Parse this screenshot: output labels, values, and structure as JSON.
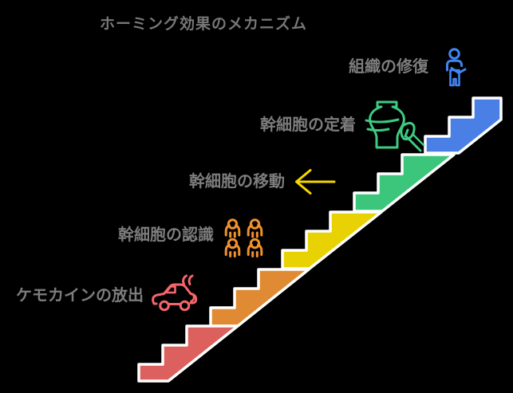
{
  "title": "ホーミング効果のメカニズム",
  "colors": {
    "background": "#000000",
    "title_text": "#777777",
    "label_text": "#7d7d7d",
    "stair_outline": "#ffffff"
  },
  "steps": [
    {
      "label": "組織の修復",
      "color": "#4a80e6",
      "icon": "person-icon",
      "icon_color": "#4285f4"
    },
    {
      "label": "幹細胞の定着",
      "color": "#3cc67c",
      "icon": "vase-brush-icon",
      "icon_color": "#3ecb81"
    },
    {
      "label": "幹細胞の移動",
      "color": "#e8d204",
      "icon": "arrow-left-icon",
      "icon_color": "#f6d500"
    },
    {
      "label": "幹細胞の認識",
      "color": "#e08b33",
      "icon": "people-group-icon",
      "icon_color": "#f0912d"
    },
    {
      "label": "ケモカインの放出",
      "color": "#dc615e",
      "icon": "car-icon",
      "icon_color": "#f4666c"
    }
  ]
}
